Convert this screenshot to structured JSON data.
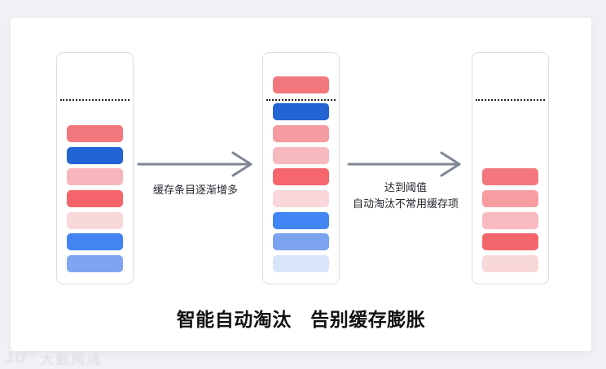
{
  "scene": {
    "title": "智能自动淘汰　告别缓存膨胀",
    "watermark": {
      "logo_base": "10",
      "logo_sup": "00",
      "text": "大数跨境"
    }
  },
  "arrows": [
    {
      "name": "arrow-cache-growth",
      "lines": [
        "缓存条目逐渐增多"
      ]
    },
    {
      "name": "arrow-auto-evict",
      "lines": [
        "达到阈值",
        "自动淘汰不常用缓存项"
      ]
    }
  ],
  "colors": {
    "background": "#F0F1F5",
    "card": "#FFFFFF",
    "container_border": "#DCDDE0",
    "threshold_line": "#222222",
    "arrow": "#7E8692",
    "label_text": "#1F2329",
    "title_text": "#111111",
    "watermark_text": "#E2E4EA"
  },
  "containers": [
    {
      "name": "cache-stage-initial",
      "has_threshold_line": true,
      "bars": [
        {
          "row": 3,
          "color": "#F3787E"
        },
        {
          "row": 4,
          "color": "#2264D4"
        },
        {
          "row": 5,
          "color": "#F7B6BB"
        },
        {
          "row": 6,
          "color": "#F5646B"
        },
        {
          "row": 7,
          "color": "#F9D8DA"
        },
        {
          "row": 8,
          "color": "#4284F2"
        },
        {
          "row": 9,
          "color": "#7FA5F2"
        }
      ]
    },
    {
      "name": "cache-stage-full",
      "has_threshold_line": true,
      "bars": [
        {
          "row": 1,
          "color": "#F3787E"
        },
        {
          "row": 2,
          "color": "#2264D4"
        },
        {
          "row": 3,
          "color": "#F49CA2"
        },
        {
          "row": 4,
          "color": "#F7B9BE"
        },
        {
          "row": 5,
          "color": "#F5666D"
        },
        {
          "row": 6,
          "color": "#F9D7DA"
        },
        {
          "row": 7,
          "color": "#4285F4"
        },
        {
          "row": 8,
          "color": "#7BA3F0"
        },
        {
          "row": 9,
          "color": "#D8E4F9"
        }
      ]
    },
    {
      "name": "cache-stage-evicted",
      "has_threshold_line": true,
      "bars": [
        {
          "row": 5,
          "color": "#F3777D"
        },
        {
          "row": 6,
          "color": "#F79CA1"
        },
        {
          "row": 7,
          "color": "#F7BBC0"
        },
        {
          "row": 8,
          "color": "#F5656C"
        },
        {
          "row": 9,
          "color": "#F9D8DA"
        }
      ]
    }
  ]
}
